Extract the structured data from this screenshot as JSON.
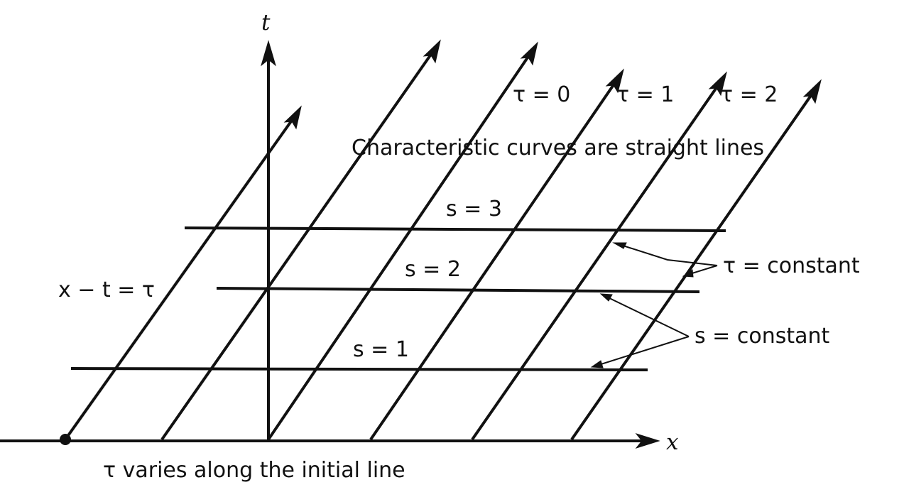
{
  "labels": {
    "t_axis": "t",
    "x_axis": "x",
    "tau0": "τ = 0",
    "tau1": "τ = 1",
    "tau2": "τ = 2",
    "characteristic": "Characteristic curves are straight lines",
    "s3": "s = 3",
    "s2": "s = 2",
    "s1": "s = 1",
    "x_minus_t": "x − t = τ",
    "tau_const": "τ = constant",
    "s_const": "s = constant",
    "initial_line": "τ varies along the initial line"
  }
}
